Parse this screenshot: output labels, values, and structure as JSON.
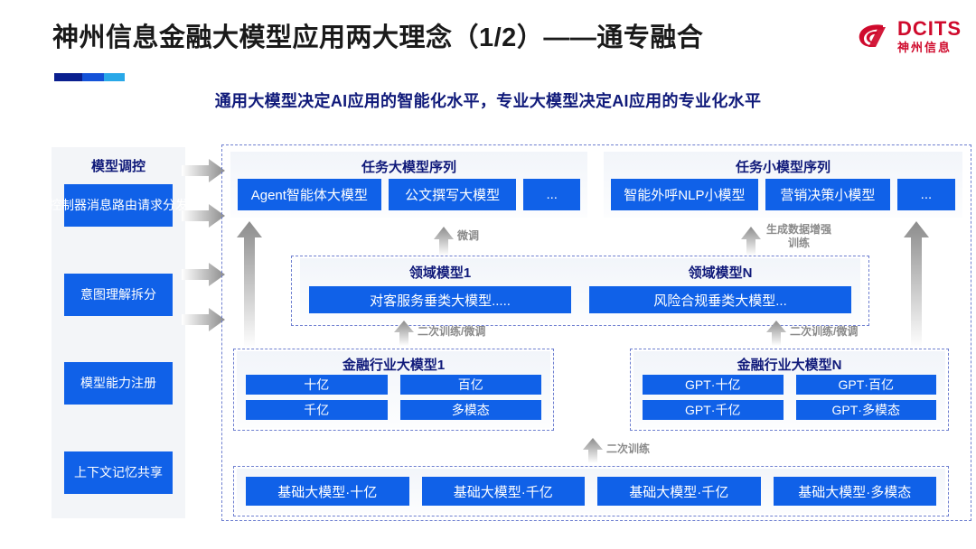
{
  "header": {
    "title": "神州信息金融大模型应用两大理念（1/2）——通专融合",
    "subtitle": "通用大模型决定AI应用的智能化水平，专业大模型决定AI应用的专业化水平",
    "logo": {
      "mark": "dcits-swirl-logo",
      "en": "DCITS",
      "cn": "神州信息",
      "color": "#cf0a2c"
    },
    "accent_bar": [
      "#0a1f8f",
      "#1452d8",
      "#29a8e8"
    ]
  },
  "sidebar": {
    "title": "模型调控",
    "items": [
      {
        "label": "控制器消息路由请求分发"
      },
      {
        "label": "意图理解拆分"
      },
      {
        "label": "模型能力注册"
      },
      {
        "label": "上下文记忆共享"
      }
    ],
    "arrows": [
      {
        "name": "sidebar-arrow-1",
        "direction": "right"
      },
      {
        "name": "sidebar-arrow-2",
        "direction": "right"
      },
      {
        "name": "sidebar-arrow-3",
        "direction": "right"
      },
      {
        "name": "sidebar-arrow-4",
        "direction": "right"
      }
    ]
  },
  "diagram": {
    "task_layer": {
      "big": {
        "title": "任务大模型序列",
        "chips": [
          "Agent智能体大模型",
          "公文撰写大模型",
          "..."
        ]
      },
      "small": {
        "title": "任务小模型序列",
        "chips": [
          "智能外呼NLP小模型",
          "营销决策小模型",
          "..."
        ]
      }
    },
    "domain_layer": {
      "columns": [
        {
          "title": "领域模型1",
          "chip": "对客服务垂类大模型....."
        },
        {
          "title": "领域模型N",
          "chip": "风险合规垂类大模型..."
        }
      ]
    },
    "finance_layer": {
      "columns": [
        {
          "title": "金融行业大模型1",
          "chips": [
            "十亿",
            "百亿",
            "千亿",
            "多模态"
          ]
        },
        {
          "title": "金融行业大模型N",
          "chips": [
            "GPT·十亿",
            "GPT·百亿",
            "GPT·千亿",
            "GPT·多模态"
          ]
        }
      ]
    },
    "base_layer": {
      "chips": [
        "基础大模型·十亿",
        "基础大模型·千亿",
        "基础大模型·千亿",
        "基础大模型·多模态"
      ]
    },
    "flow_labels": {
      "finetune": "微调",
      "data_aug": "生成数据增强\n训练",
      "retrain_finetune_left": "二次训练/微调",
      "retrain_finetune_right": "二次训练/微调",
      "retrain": "二次训练"
    },
    "colors": {
      "chip": "#1061e8",
      "title_text": "#101a7a",
      "dashed_border": "#6e7fd0",
      "arrow": "#9a9a9a"
    }
  }
}
